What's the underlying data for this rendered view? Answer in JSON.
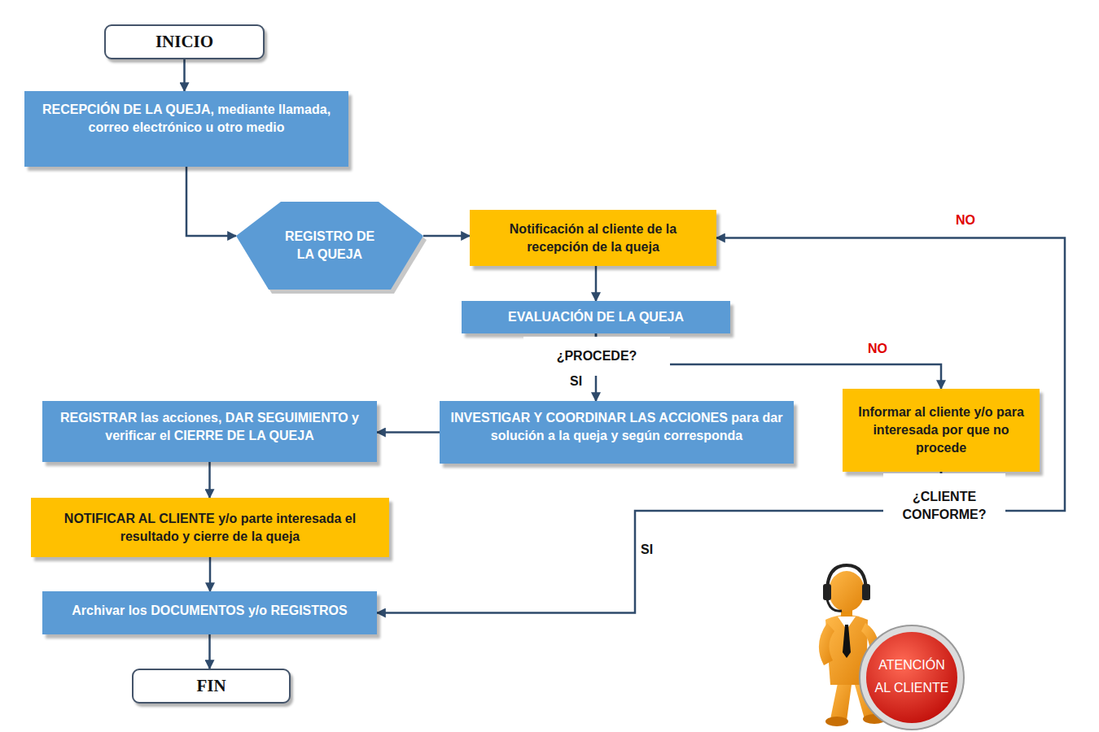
{
  "diagram": {
    "nodes": [
      {
        "text": [
          "INICIO"
        ]
      },
      {
        "text": [
          "RECEPCIÓN DE LA QUEJA, mediante llamada, correo electrónico u otro medio"
        ]
      },
      {
        "text": [
          "REGISTRO DE LA QUEJA"
        ]
      },
      {
        "text": [
          "Notificación al cliente de la recepción de la queja"
        ]
      },
      {
        "text": [
          "EVALUACIÓN DE LA QUEJA"
        ]
      },
      {
        "text": [
          "INVESTIGAR Y COORDINAR LAS ACCIONES para dar solución a la queja y según corresponda"
        ]
      },
      {
        "text": [
          "Informar al cliente y/o para interesada por que no procede"
        ]
      },
      {
        "text": [
          "REGISTRAR las acciones, DAR SEGUIMIENTO y verificar el CIERRE DE LA QUEJA"
        ]
      },
      {
        "text": [
          "NOTIFICAR AL CLIENTE y/o parte interesada el resultado y cierre de la queja"
        ]
      },
      {
        "text": [
          "Archivar los DOCUMENTOS y/o REGISTROS"
        ]
      },
      {
        "text": [
          "FIN"
        ]
      }
    ],
    "edges": [
      {
        "from": 0,
        "to": 1,
        "arrow": "to"
      },
      {
        "from": 1,
        "to": 2,
        "arrow": "to"
      },
      {
        "from": 2,
        "to": 3,
        "arrow": "to"
      },
      {
        "from": 3,
        "to": 4,
        "arrow": "to"
      },
      {
        "from": 4,
        "to": 5,
        "label": "SI",
        "arrow": "to"
      },
      {
        "from": 4,
        "to": 6,
        "label": "NO",
        "arrow": "to"
      },
      {
        "from": 5,
        "to": 7,
        "arrow": "to"
      },
      {
        "from": 7,
        "to": 8,
        "arrow": "to"
      },
      {
        "from": 8,
        "to": 9,
        "arrow": "to"
      },
      {
        "from": 9,
        "to": 10,
        "arrow": "to"
      },
      {
        "from": 6,
        "to": 3,
        "label": "NO",
        "arrow": "to"
      },
      {
        "from": 6,
        "to": 9,
        "label": "SI",
        "arrow": "to"
      }
    ],
    "labels": [
      "¿PROCEDE?",
      "¿CLIENTE CONFORME?",
      "ATENCIÓN AL CLIENTE"
    ]
  }
}
